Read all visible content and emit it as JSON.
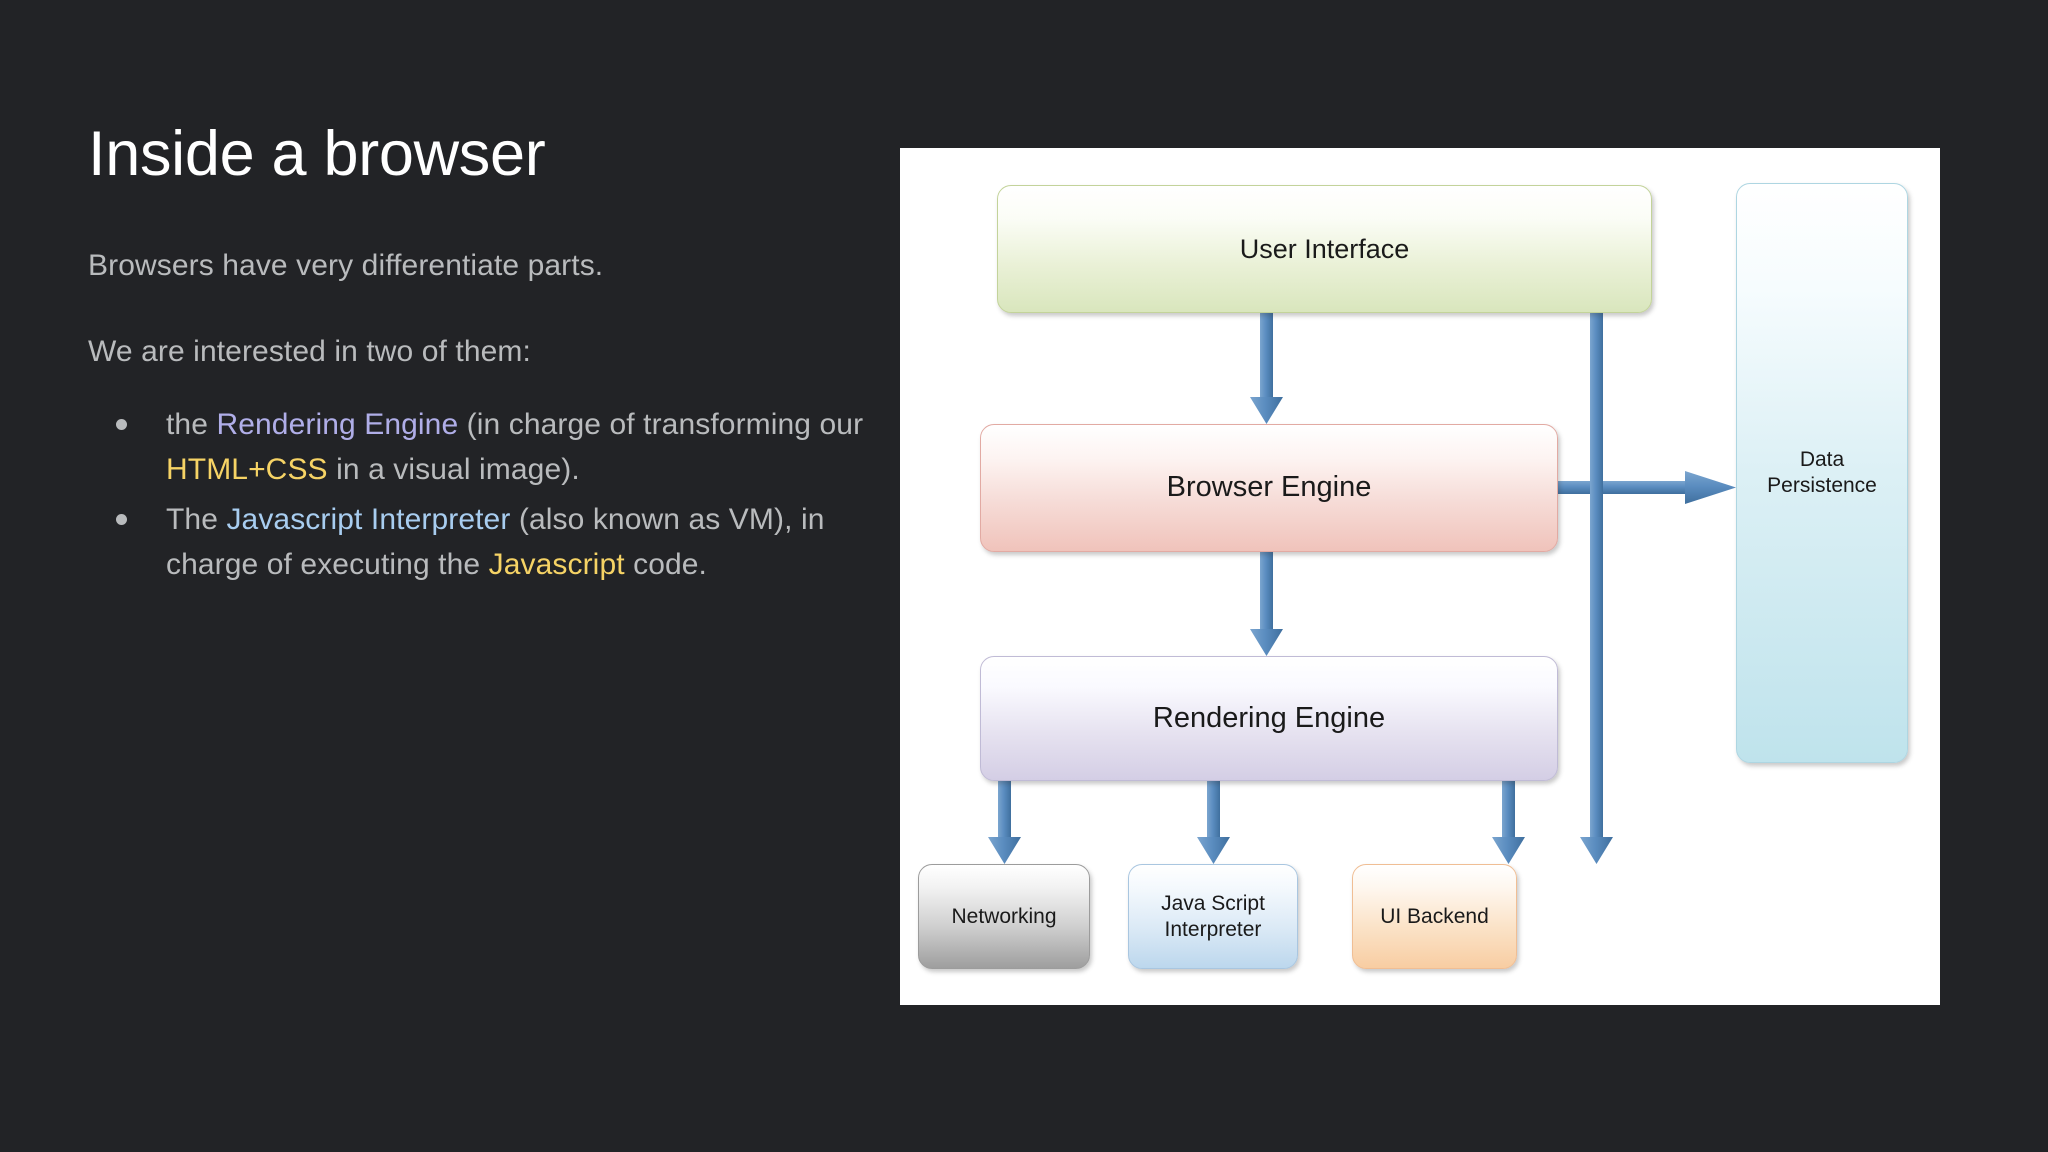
{
  "slide": {
    "title": "Inside a browser",
    "background_color": "#222326",
    "paragraphs": [
      "Browsers have very differentiate parts.",
      "We are interested in two of them:"
    ],
    "bullets": [
      {
        "segments": [
          {
            "text": "the ",
            "style": "plain"
          },
          {
            "text": "Rendering Engine",
            "style": "purple"
          },
          {
            "text": " (in charge of transforming our ",
            "style": "plain"
          },
          {
            "text": "HTML+CSS",
            "style": "yellow"
          },
          {
            "text": " in a visual image).",
            "style": "plain"
          }
        ]
      },
      {
        "segments": [
          {
            "text": "The ",
            "style": "plain"
          },
          {
            "text": "Javascript Interpreter",
            "style": "blue"
          },
          {
            "text": " (also known as VM), in charge of executing the ",
            "style": "plain"
          },
          {
            "text": "Javascript",
            "style": "yellow"
          },
          {
            "text": " code.",
            "style": "plain"
          }
        ]
      }
    ],
    "highlight_colors": {
      "purple": "#b0aee8",
      "blue": "#a8cdf0",
      "yellow": "#f6d365",
      "body_text": "#b9bbbd",
      "title_text": "#ffffff"
    }
  },
  "diagram": {
    "type": "flowchart",
    "panel_background": "#ffffff",
    "arrow_color": "#5b8dc0",
    "nodes": [
      {
        "id": "user-interface",
        "label": "User Interface",
        "fill": "#d9e6bd",
        "border": "#c3d39a"
      },
      {
        "id": "browser-engine",
        "label": "Browser Engine",
        "fill": "#f0c3bb",
        "border": "#e2aaa3"
      },
      {
        "id": "rendering-engine",
        "label": "Rendering Engine",
        "fill": "#d4cee5",
        "border": "#c0bbd6"
      },
      {
        "id": "networking",
        "label": "Networking",
        "fill": "#9e9e9e",
        "border": "#9c9c9c"
      },
      {
        "id": "js-interpreter",
        "label": "Java Script\nInterpreter",
        "fill": "#bcd7ed",
        "border": "#a9c6e0"
      },
      {
        "id": "ui-backend",
        "label": "UI Backend",
        "fill": "#f8cda2",
        "border": "#f0be94"
      },
      {
        "id": "data-persistence",
        "label": "Data\nPersistence",
        "fill": "#bfe3ec",
        "border": "#aed6e2"
      }
    ],
    "edges": [
      {
        "from": "user-interface",
        "to": "browser-engine"
      },
      {
        "from": "browser-engine",
        "to": "rendering-engine"
      },
      {
        "from": "browser-engine",
        "to": "data-persistence"
      },
      {
        "from": "user-interface",
        "to": "ui-backend"
      },
      {
        "from": "rendering-engine",
        "to": "networking"
      },
      {
        "from": "rendering-engine",
        "to": "js-interpreter"
      },
      {
        "from": "rendering-engine",
        "to": "ui-backend"
      }
    ],
    "node_labels": {
      "user_interface": "User Interface",
      "browser_engine": "Browser Engine",
      "rendering_engine": "Rendering Engine",
      "networking": "Networking",
      "js_interpreter_line1": "Java Script",
      "js_interpreter_line2": "Interpreter",
      "ui_backend": "UI Backend",
      "data_persistence_line1": "Data",
      "data_persistence_line2": "Persistence"
    }
  }
}
